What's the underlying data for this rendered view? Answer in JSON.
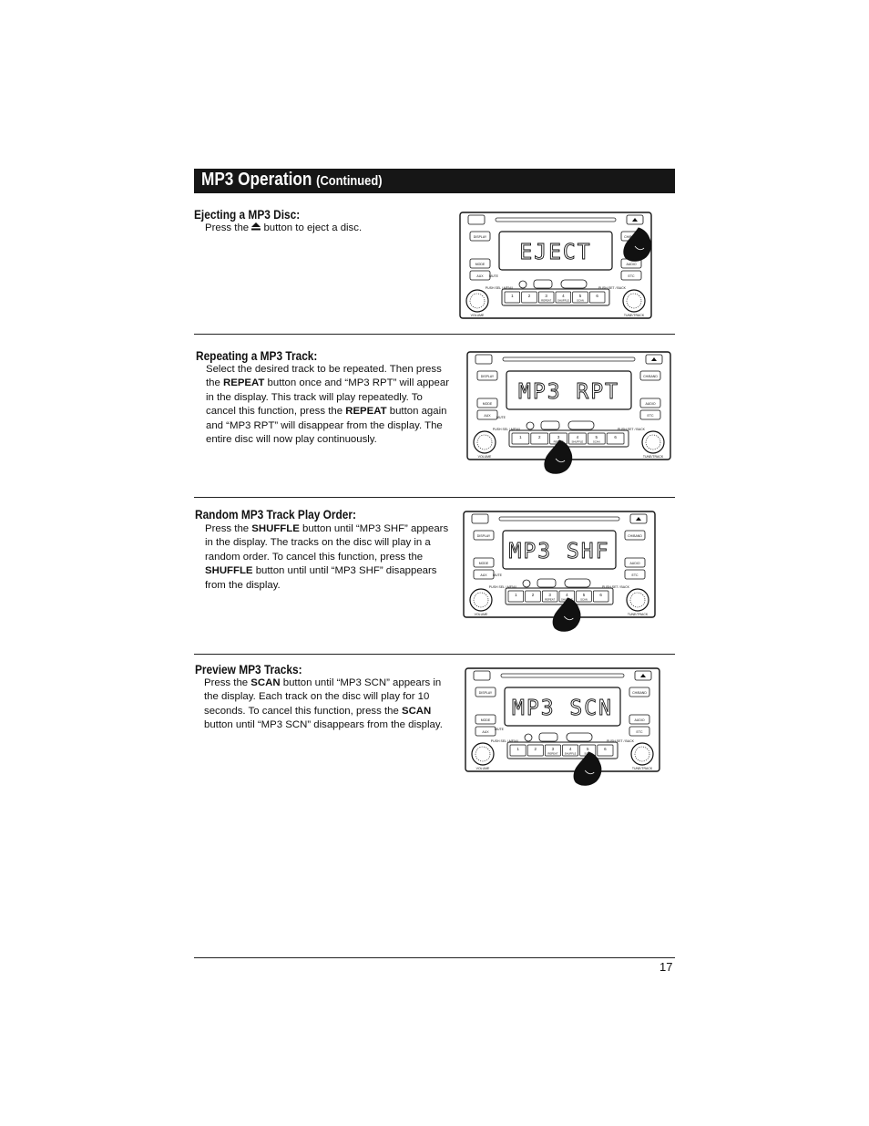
{
  "header": {
    "title": "MP3 Operation",
    "subtitle": "(Continued)"
  },
  "sections": [
    {
      "heading": "Ejecting a MP3 Disc:",
      "pre": "Press the",
      "icon": "eject-icon",
      "post": "button to eject a disc.",
      "display": "EJECT"
    },
    {
      "heading": "Repeating a MP3 Track:",
      "p1": "Select the desired track to be repeated. Then press the",
      "b1": "REPEAT",
      "p2": "button once and “MP3 RPT” will appear in the display. This track will play repeatedly. To cancel this function, press the",
      "b2": "REPEAT",
      "p3": "button again and “MP3 RPT” will disappear from the display. The entire disc will now play continuously.",
      "display": "MP3 RPT"
    },
    {
      "heading": "Random MP3 Track Play Order:",
      "p1": "Press the",
      "b1": "SHUFFLE",
      "p2": "button until “MP3 SHF” appears in the display. The tracks on the disc will play in a random order. To cancel this function, press the",
      "b2": "SHUFFLE",
      "p3": "button until until “MP3 SHF” disappears from the display.",
      "display": "MP3 SHF"
    },
    {
      "heading": "Preview MP3 Tracks:",
      "p1": "Press the",
      "b1": "SCAN",
      "p2": "button until “MP3 SCN” appears in the display. Each track on the disc will play for 10 seconds. To cancel this function, press the",
      "b2": "SCAN",
      "p3": "button until “MP3 SCN” disappears from the display.",
      "display": "MP3 SCN"
    }
  ],
  "radio_labels": {
    "presets": [
      "1",
      "2",
      "3",
      "4",
      "5",
      "6"
    ],
    "preset_sub": [
      "",
      "",
      "REPEAT",
      "SHUFFLE",
      "SCAN",
      ""
    ],
    "left_buttons": [
      "DISPLAY",
      "MODE",
      "AUX"
    ],
    "right_buttons": [
      "CH/BAND",
      "AUDIO",
      "ETC"
    ],
    "knob_left": "VOLUME",
    "knob_right": "TUNE/TRACK",
    "push_left": "PUSH SEL / MENU",
    "push_right": "PUSH SET / BACK",
    "mute": "MUTE"
  },
  "page_number": "17"
}
